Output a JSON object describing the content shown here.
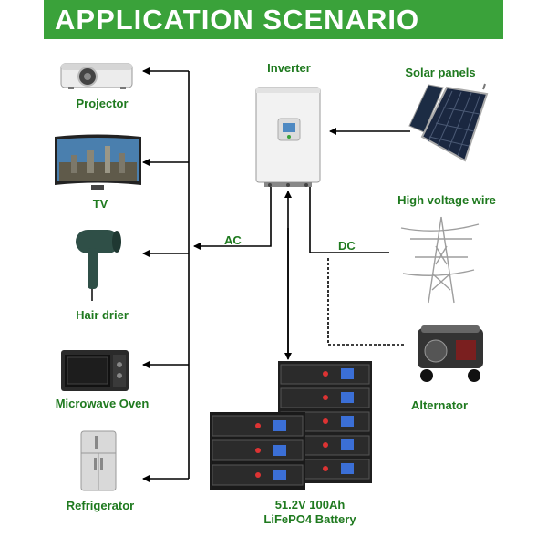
{
  "header": {
    "title": "APPLICATION SCENARIO"
  },
  "devices": {
    "projector": "Projector",
    "tv": "TV",
    "hair_drier": "Hair drier",
    "microwave": "Microwave Oven",
    "refrigerator": "Refrigerator"
  },
  "inverter": {
    "label": "Inverter"
  },
  "sources": {
    "solar": "Solar panels",
    "grid": "High voltage wire",
    "alternator": "Alternator"
  },
  "lines": {
    "ac": "AC",
    "dc": "DC"
  },
  "battery": {
    "line1": "51.2V 100Ah",
    "line2": "LiFePO4 Battery"
  },
  "colors": {
    "accent": "#3aa23a",
    "label": "#1f7a1f"
  }
}
